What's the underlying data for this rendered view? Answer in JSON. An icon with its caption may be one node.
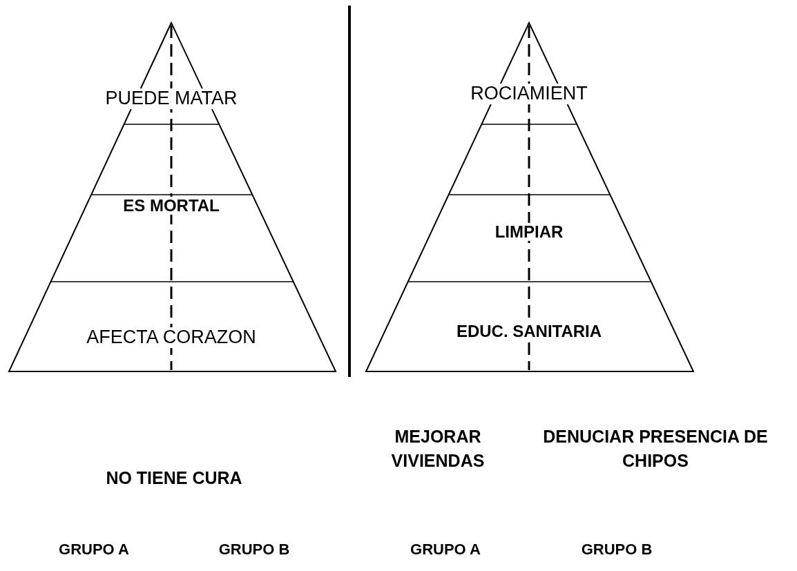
{
  "diagram": {
    "nodes": [
      {
        "text": [
          "PUEDE MATAR",
          "ES MORTAL",
          "AFECTA CORAZON"
        ]
      },
      {
        "text": [
          "ROCIAMIENT",
          "LIMPIAR",
          "EDUC. SANITARIA"
        ]
      }
    ],
    "labels": [
      "MEJORAR VIVIENDAS",
      "DENUCIAR PRESENCIA DE CHIPOS",
      "NO TIENE CURA",
      "GRUPO A",
      "GRUPO B",
      "GRUPO A",
      "GRUPO B"
    ]
  }
}
